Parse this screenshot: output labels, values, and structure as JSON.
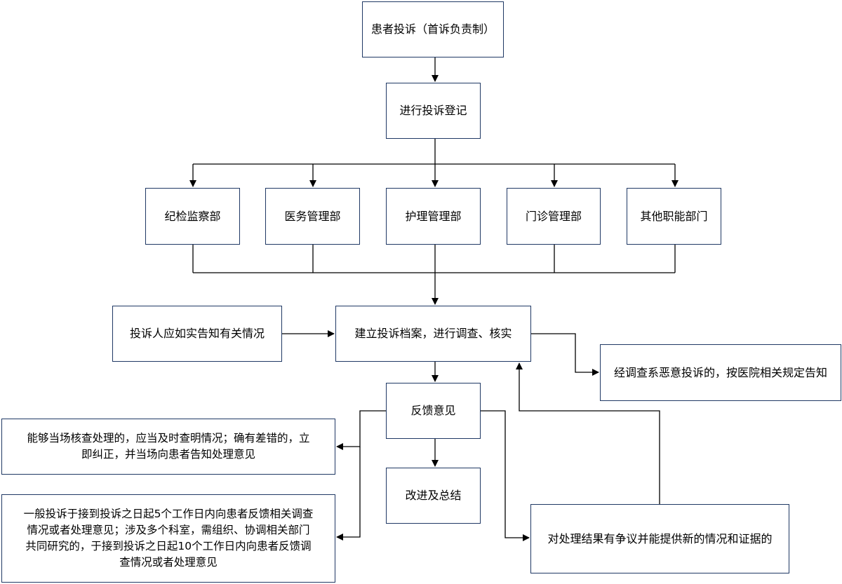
{
  "nodes": {
    "complaint": "患者投诉（首诉负责制）",
    "register": "进行投诉登记",
    "departments": [
      "纪检监察部",
      "医务管理部",
      "护理管理部",
      "门诊管理部",
      "其他职能部门"
    ],
    "file_investigate": "建立投诉档案，进行调查、核实",
    "complainant_truth": "投诉人应如实告知有关情况",
    "malicious": "经调查系恶意投诉的，按医院相关规定告知",
    "feedback": "反馈意见",
    "onsite": [
      "能够当场核查处理的，应当及时查明情况；确有差错的，立",
      "即纠正，并当场向患者告知处理意见"
    ],
    "improve": "改进及总结",
    "general": [
      "一般投诉于接到投诉之日起5个工作日内向患者反馈相关调查",
      "情况或者处理意见；涉及多个科室，需组织、协调相关部门",
      "共同研究的，于接到投诉之日起10个工作日内向患者反馈调",
      "查情况或者处理意见"
    ],
    "dispute": "对处理结果有争议并能提供新的情况和证据的"
  },
  "colors": {
    "border": "#1f3864",
    "line": "#000000"
  }
}
